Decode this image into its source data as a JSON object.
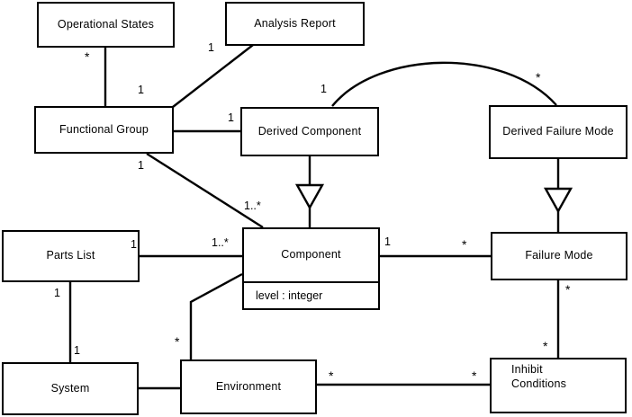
{
  "diagram": {
    "type": "uml-class-diagram",
    "title": "",
    "background_color": "#ffffff",
    "line_color": "#000000",
    "classes": [
      {
        "id": "operational-states",
        "name": "Operational States",
        "attributes": []
      },
      {
        "id": "analysis-report",
        "name": "Analysis Report",
        "attributes": []
      },
      {
        "id": "functional-group",
        "name": "Functional Group",
        "attributes": []
      },
      {
        "id": "derived-component",
        "name": "Derived Component",
        "attributes": []
      },
      {
        "id": "derived-failure-mode",
        "name": "Derived Failure Mode",
        "attributes": []
      },
      {
        "id": "parts-list",
        "name": "Parts List",
        "attributes": []
      },
      {
        "id": "component",
        "name": "Component",
        "attributes": [
          "level : integer"
        ]
      },
      {
        "id": "failure-mode",
        "name": "Failure Mode",
        "attributes": []
      },
      {
        "id": "system",
        "name": "System",
        "attributes": []
      },
      {
        "id": "environment",
        "name": "Environment",
        "attributes": []
      },
      {
        "id": "inhibit-conditions",
        "name_line1": "Inhibit",
        "name_line2": "Conditions",
        "attributes": []
      }
    ],
    "relationships": [
      {
        "from": "operational-states",
        "to": "functional-group",
        "kind": "association",
        "from_mult": "*",
        "to_mult": "1"
      },
      {
        "from": "analysis-report",
        "to": "functional-group",
        "kind": "association",
        "from_mult": "1",
        "to_mult": "1"
      },
      {
        "from": "functional-group",
        "to": "derived-component",
        "kind": "association",
        "from_mult": "",
        "to_mult": "1"
      },
      {
        "from": "functional-group",
        "to": "component",
        "kind": "association",
        "from_mult": "1",
        "to_mult": "1..*"
      },
      {
        "from": "derived-component",
        "to": "derived-failure-mode",
        "kind": "association-arc",
        "from_mult": "1",
        "to_mult": "*"
      },
      {
        "from": "derived-component",
        "to": "component",
        "kind": "generalization"
      },
      {
        "from": "derived-failure-mode",
        "to": "failure-mode",
        "kind": "generalization"
      },
      {
        "from": "parts-list",
        "to": "component",
        "kind": "association",
        "from_mult": "1",
        "to_mult": "1..*"
      },
      {
        "from": "parts-list",
        "to": "system",
        "kind": "association",
        "from_mult": "1",
        "to_mult": "1"
      },
      {
        "from": "component",
        "to": "failure-mode",
        "kind": "association",
        "from_mult": "1",
        "to_mult": "*"
      },
      {
        "from": "component",
        "to": "environment",
        "kind": "association",
        "from_mult": "",
        "to_mult": "*"
      },
      {
        "from": "failure-mode",
        "to": "inhibit-conditions",
        "kind": "association",
        "from_mult": "*",
        "to_mult": "*"
      },
      {
        "from": "environment",
        "to": "inhibit-conditions",
        "kind": "association",
        "from_mult": "*",
        "to_mult": "*"
      },
      {
        "from": "system",
        "to": "environment",
        "kind": "association",
        "from_mult": "",
        "to_mult": ""
      }
    ],
    "multiplicity_labels": [
      {
        "id": "m-op-states-fg",
        "text": "*"
      },
      {
        "id": "m-ar-fg-upper",
        "text": "1"
      },
      {
        "id": "m-ar-fg-lower",
        "text": "1"
      },
      {
        "id": "m-fg-dc",
        "text": "1"
      },
      {
        "id": "m-fg-comp-upper",
        "text": "1"
      },
      {
        "id": "m-fg-comp-lower",
        "text": "1..*"
      },
      {
        "id": "m-dc-arc",
        "text": "1"
      },
      {
        "id": "m-dfm-arc",
        "text": "*"
      },
      {
        "id": "m-pl-right",
        "text": "1"
      },
      {
        "id": "m-comp-left",
        "text": "1..*"
      },
      {
        "id": "m-pl-bottom",
        "text": "1"
      },
      {
        "id": "m-sys-top",
        "text": "1"
      },
      {
        "id": "m-comp-right",
        "text": "1"
      },
      {
        "id": "m-fm-left",
        "text": "*"
      },
      {
        "id": "m-fm-bottom",
        "text": "*"
      },
      {
        "id": "m-ic-top",
        "text": "*"
      },
      {
        "id": "m-env-comp",
        "text": "*"
      },
      {
        "id": "m-env-right",
        "text": "*"
      },
      {
        "id": "m-ic-left",
        "text": "*"
      }
    ]
  }
}
